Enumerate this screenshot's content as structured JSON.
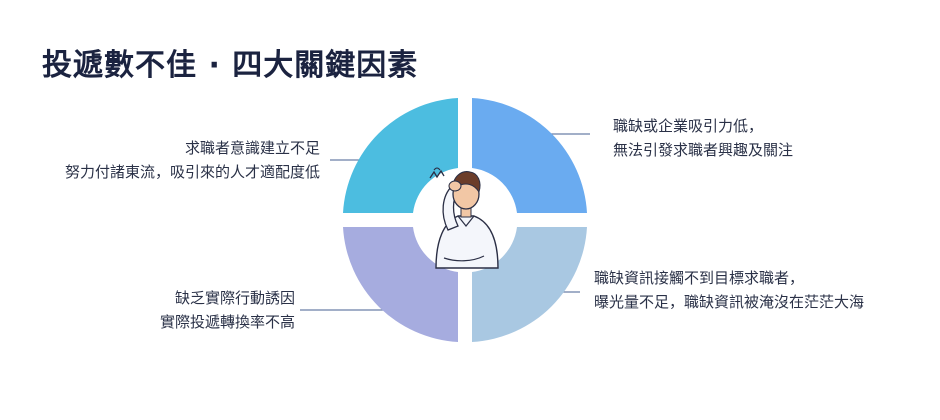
{
  "title": "投遞數不佳 · 四大關鍵因素",
  "colors": {
    "segment_top_left": "#4cbde0",
    "segment_top_right": "#6aabf0",
    "segment_bottom_left": "#a6acdf",
    "segment_bottom_right": "#a9c8e2",
    "leader_line": "#6b7fa8",
    "title": "#1b2340"
  },
  "center_icon": "stressed-person-illustration",
  "factors": [
    {
      "id": "top-left",
      "lines": [
        "求職者意識建立不足",
        "努力付諸東流，吸引來的人才適配度低"
      ]
    },
    {
      "id": "top-right",
      "lines": [
        "職缺或企業吸引力低，",
        "無法引發求職者興趣及關注"
      ]
    },
    {
      "id": "bottom-left",
      "lines": [
        "缺乏實際行動誘因",
        "實際投遞轉換率不高"
      ]
    },
    {
      "id": "bottom-right",
      "lines": [
        "職缺資訊接觸不到目標求職者，",
        "曝光量不足，職缺資訊被淹沒在茫茫大海"
      ]
    }
  ]
}
